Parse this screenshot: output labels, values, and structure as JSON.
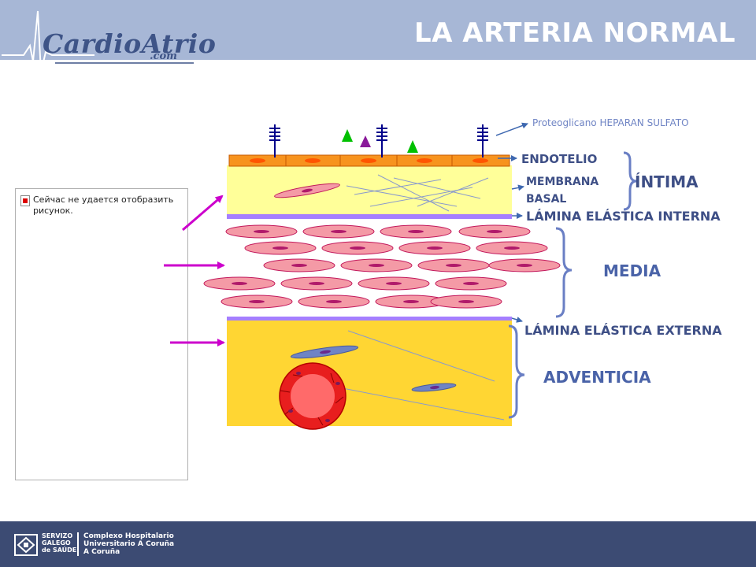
{
  "logo": {
    "name": "CardioAtrio",
    "suffix": ".com"
  },
  "title": "LA ARTERIA NORMAL",
  "labels": {
    "proteoglycan": "Proteoglicano HEPARAN SULFATO",
    "endothelium": "ENDOTELIO",
    "basal_line1": "MEMBRANA",
    "basal_line2": "BASAL",
    "intima": "ÍNTIMA",
    "internal_lamina": "LÁMINA ELÁSTICA INTERNA",
    "media": "MEDIA",
    "external_lamina": "LÁMINA ELÁSTICA EXTERNA",
    "adventitia": "ADVENTICIA"
  },
  "broken_image": {
    "message": "Сейчас не удается отобразить рисунок."
  },
  "footer": {
    "servizo": "SERVIZO\nGALEGO\nde SAÚDE",
    "hospital": "Complexo Hospitalario\nUniversitario A Coruña\nA Coruña"
  },
  "colors": {
    "header": "#a7b7d6",
    "brand_blue": "#3e4f86",
    "intima_fill": "#ffff99",
    "media_cell": "#f49aa6",
    "adventitia_fill": "#ffd633",
    "elastic_lamina": "#a57fff",
    "arrow_magenta": "#cc00cc",
    "footer": "#3c4b73"
  }
}
